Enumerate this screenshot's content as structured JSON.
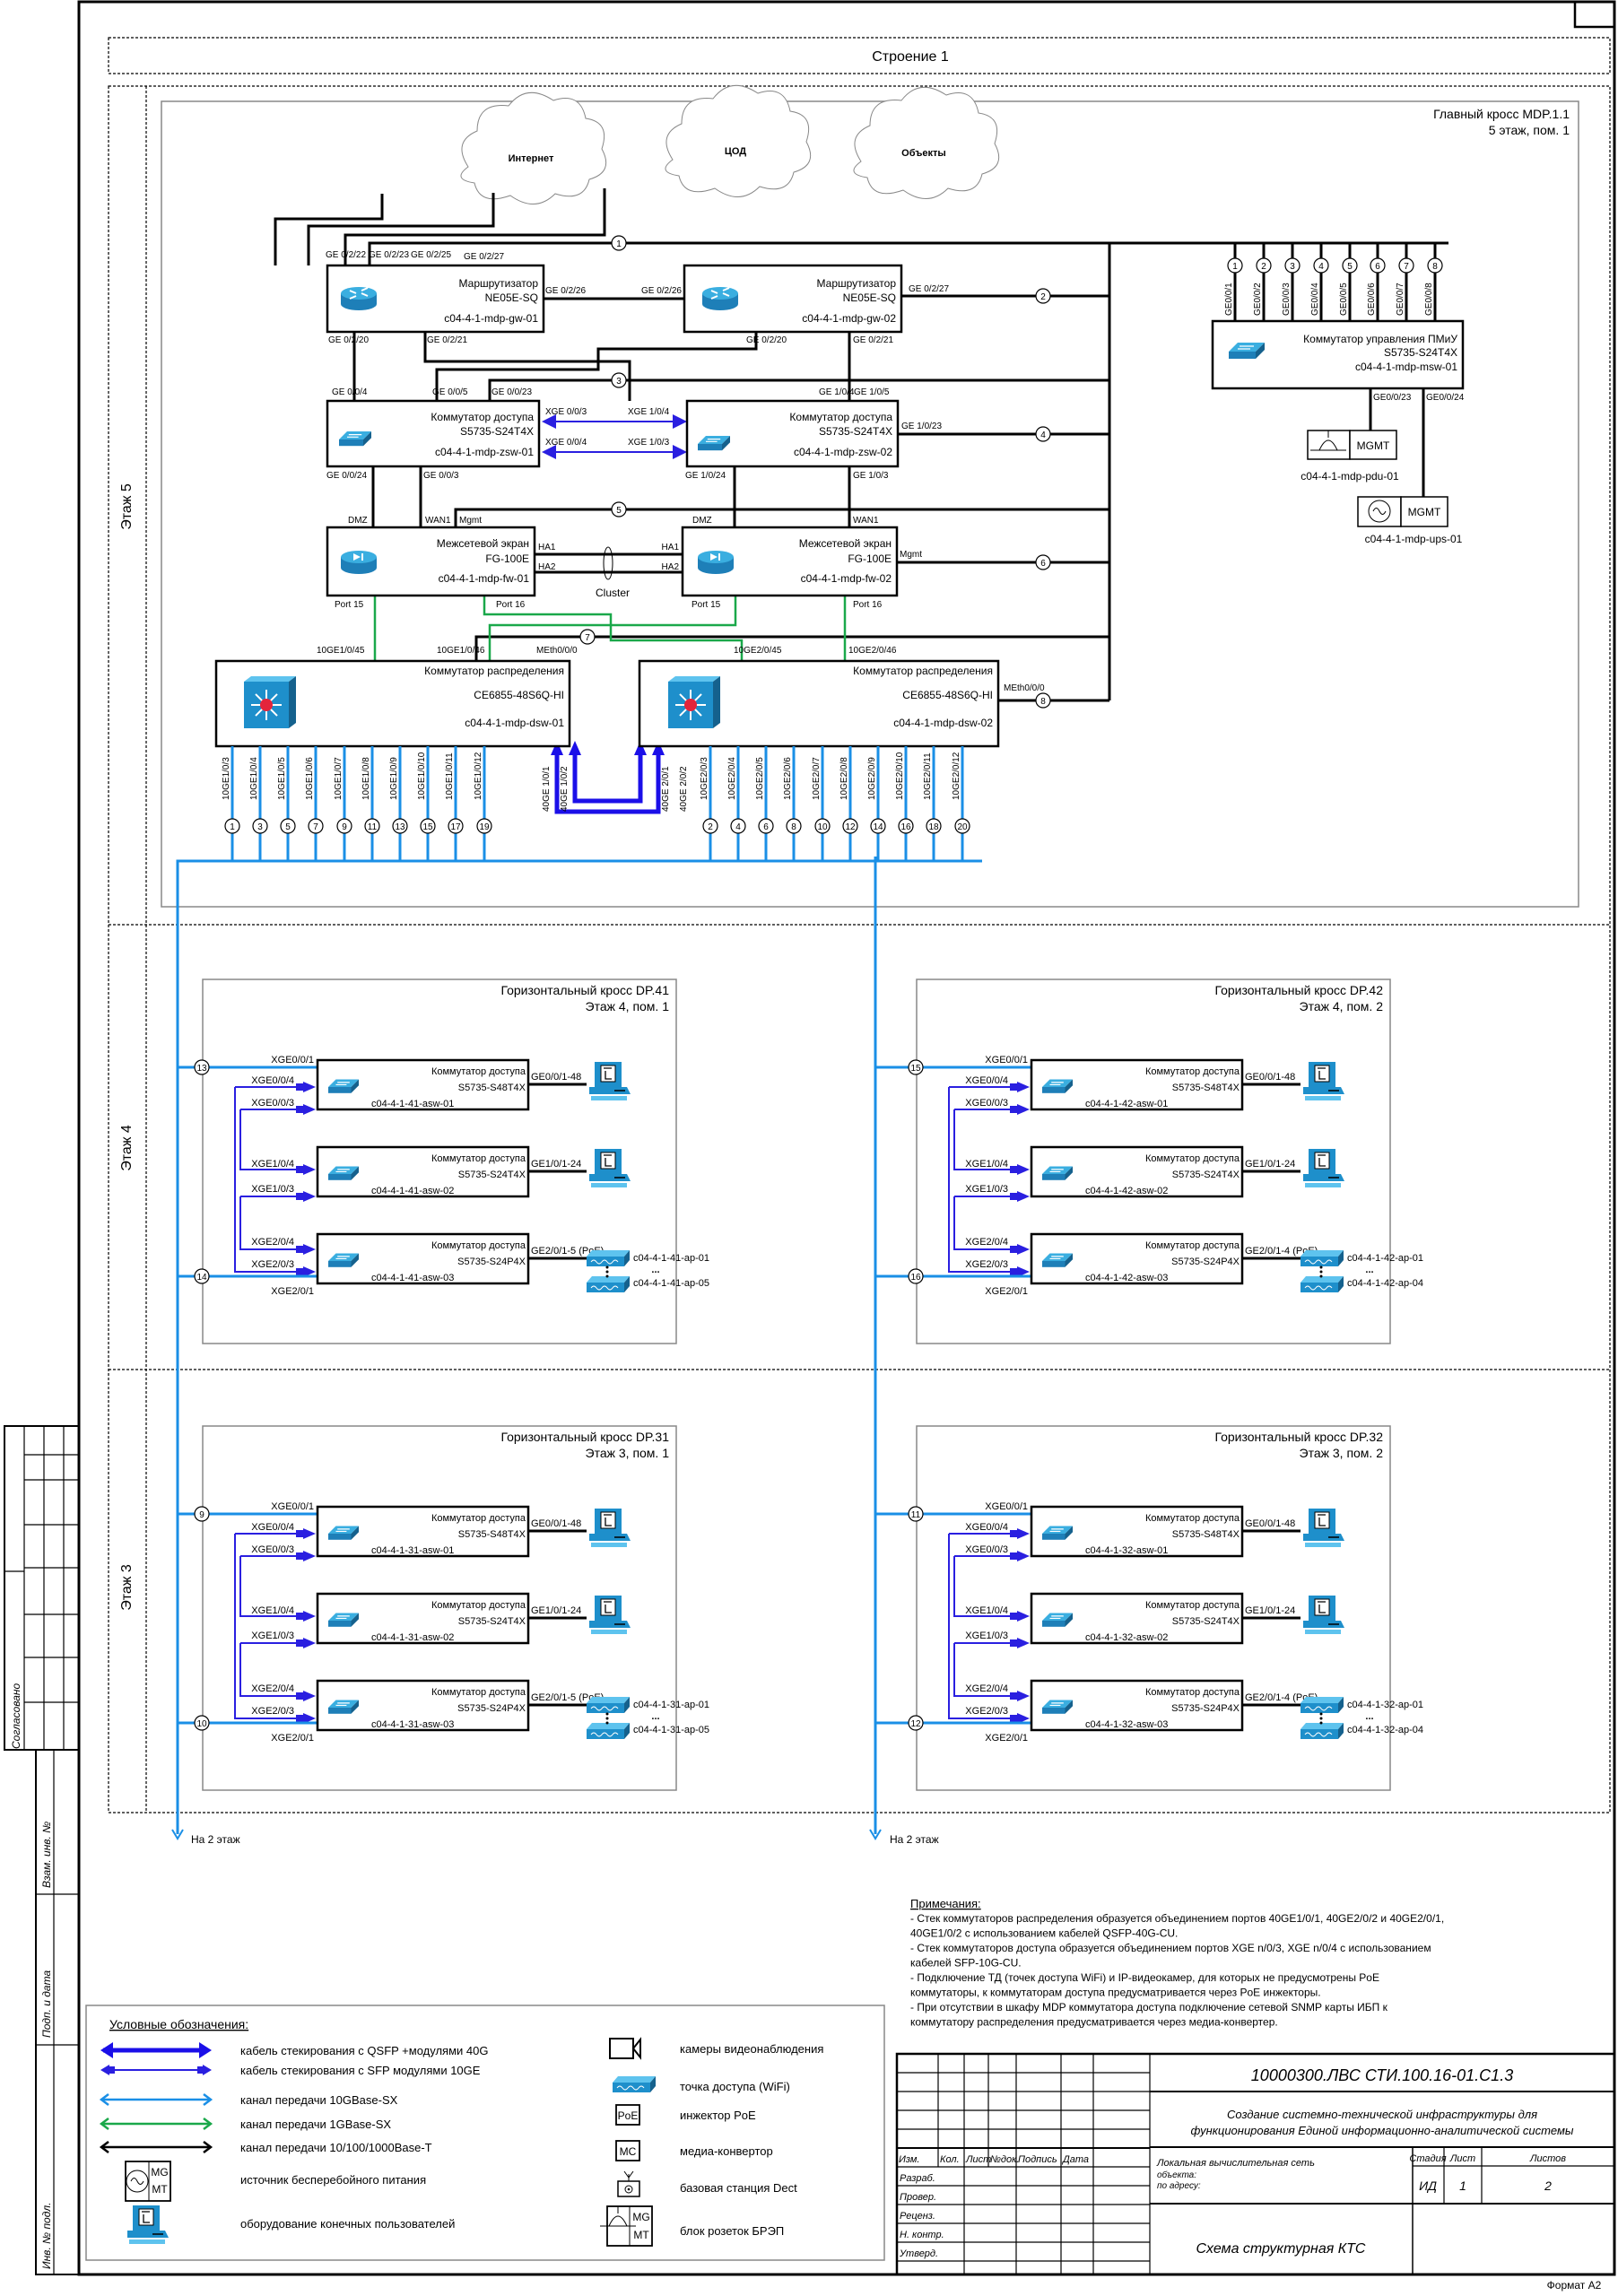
{
  "building": "Строение 1",
  "floors": {
    "f5": "Этаж 5",
    "f4": "Этаж 4",
    "f3": "Этаж 3"
  },
  "mdp": {
    "title": "Главный кросс MDP.1.1",
    "subtitle": "5 этаж, пом. 1",
    "clouds": [
      "Интернет",
      "ЦОД",
      "Объекты"
    ],
    "gw1": {
      "type": "Маршрутизатор",
      "model": "NE05E-SQ",
      "name": "c04-4-1-mdp-gw-01",
      "ports": {
        "p22": "GE 0/2/22",
        "p23": "GE 0/2/23",
        "p25": "GE 0/2/25",
        "p27": "GE 0/2/27",
        "p26": "GE 0/2/26",
        "p20": "GE 0/2/20",
        "p21": "GE 0/2/21"
      }
    },
    "gw2": {
      "type": "Маршрутизатор",
      "model": "NE05E-SQ",
      "name": "c04-4-1-mdp-gw-02",
      "ports": {
        "p26": "GE 0/2/26",
        "p27": "GE 0/2/27",
        "p20": "GE 0/2/20",
        "p21": "GE 0/2/21"
      }
    },
    "zsw1": {
      "type": "Коммутатор доступа",
      "model": "S5735-S24T4X",
      "name": "c04-4-1-mdp-zsw-01",
      "ports": {
        "p4": "GE 0/0/4",
        "p5": "GE 0/0/5",
        "p23": "GE 0/0/23",
        "x3": "XGE 0/0/3",
        "x4": "XGE 0/0/4",
        "p24": "GE 0/0/24",
        "p3": "GE 0/0/3"
      }
    },
    "zsw2": {
      "type": "Коммутатор доступа",
      "model": "S5735-S24T4X",
      "name": "c04-4-1-mdp-zsw-02",
      "ports": {
        "p4": "GE 1/0/4",
        "p5": "GE 1/0/5",
        "x4": "XGE 1/0/4",
        "x3": "XGE 1/0/3",
        "p23": "GE 1/0/23",
        "p24": "GE 1/0/24",
        "p3": "GE 1/0/3"
      }
    },
    "fw1": {
      "type": "Межсетевой экран",
      "model": "FG-100E",
      "name": "c04-4-1-mdp-fw-01",
      "ports": {
        "dmz": "DMZ",
        "wan1": "WAN1",
        "mgmt": "Mgmt",
        "ha1": "HA1",
        "ha2": "HA2",
        "p15": "Port 15",
        "p16": "Port 16"
      }
    },
    "fw2": {
      "type": "Межсетевой экран",
      "model": "FG-100E",
      "name": "c04-4-1-mdp-fw-02",
      "ports": {
        "dmz": "DMZ",
        "wan1": "WAN1",
        "mgmt": "Mgmt",
        "ha1": "HA1",
        "ha2": "HA2",
        "p15": "Port 15",
        "p16": "Port 16"
      }
    },
    "cluster": "Cluster",
    "dsw1": {
      "type": "Коммутатор распределения",
      "model": "CE6855-48S6Q-HI",
      "name": "c04-4-1-mdp-dsw-01",
      "ports": {
        "p45": "10GE1/0/45",
        "p46": "10GE1/0/46",
        "meth": "MEth0/0/0",
        "q1": "40GE 1/0/1",
        "q2": "40GE 1/0/2"
      },
      "downlinks": [
        "10GE1/0/3",
        "10GE1/0/4",
        "10GE1/0/5",
        "10GE1/0/6",
        "10GE1/0/7",
        "10GE1/0/8",
        "10GE1/0/9",
        "10GE1/0/10",
        "10GE1/0/11",
        "10GE1/0/12"
      ],
      "marks": [
        "1",
        "3",
        "5",
        "7",
        "9",
        "11",
        "13",
        "15",
        "17",
        "19"
      ]
    },
    "dsw2": {
      "type": "Коммутатор распределения",
      "model": "CE6855-48S6Q-HI",
      "name": "c04-4-1-mdp-dsw-02",
      "ports": {
        "p45": "10GE2/0/45",
        "p46": "10GE2/0/46",
        "meth": "MEth0/0/0",
        "q1": "40GE 2/0/1",
        "q2": "40GE 2/0/2"
      },
      "downlinks": [
        "10GE2/0/3",
        "10GE2/0/4",
        "10GE2/0/5",
        "10GE2/0/6",
        "10GE2/0/7",
        "10GE2/0/8",
        "10GE2/0/9",
        "10GE2/0/10",
        "10GE2/0/11",
        "10GE2/0/12"
      ],
      "marks": [
        "2",
        "4",
        "6",
        "8",
        "10",
        "12",
        "14",
        "16",
        "18",
        "20"
      ]
    },
    "msw": {
      "type": "Коммутатор управления ПМиУ",
      "model": "S5735-S24T4X",
      "name": "c04-4-1-mdp-msw-01",
      "ports": [
        "GE0/0/1",
        "GE0/0/2",
        "GE0/0/3",
        "GE0/0/4",
        "GE0/0/5",
        "GE0/0/6",
        "GE0/0/7",
        "GE0/0/8"
      ],
      "marks": [
        "1",
        "2",
        "3",
        "4",
        "5",
        "6",
        "7",
        "8"
      ],
      "p23": "GE0/0/23",
      "p24": "GE0/0/24"
    },
    "pdu": {
      "label": "MGMT",
      "name": "c04-4-1-mdp-pdu-01"
    },
    "ups": {
      "label": "MGMT",
      "name": "c04-4-1-mdp-ups-01"
    },
    "busmarks": [
      "1",
      "2",
      "3",
      "4",
      "5",
      "6",
      "7",
      "8"
    ]
  },
  "dps": [
    {
      "title": "Горизонтальный кросс DP.41",
      "subtitle": "Этаж 4, пом. 1",
      "in1": "13",
      "in2": "14",
      "switches": [
        {
          "type": "Коммутатор доступа",
          "model": "S5735-S48T4X",
          "name": "c04-4-1-41-asw-01",
          "up": "XGE0/0/1",
          "s4": "XGE0/0/4",
          "s3": "XGE0/0/3",
          "out": "GE0/0/1-48"
        },
        {
          "type": "Коммутатор доступа",
          "model": "S5735-S24T4X",
          "name": "c04-4-1-41-asw-02",
          "s4": "XGE1/0/4",
          "s3": "XGE1/0/3",
          "out": "GE1/0/1-24"
        },
        {
          "type": "Коммутатор доступа",
          "model": "S5735-S24P4X",
          "name": "c04-4-1-41-asw-03",
          "s4": "XGE2/0/4",
          "s3": "XGE2/0/3",
          "up": "XGE2/0/1",
          "out": "GE2/0/1-5 (PoE)"
        }
      ],
      "ap_first": "c04-4-1-41-ap-01",
      "ap_dots": "...",
      "ap_last": "c04-4-1-41-ap-05"
    },
    {
      "title": "Горизонтальный кросс DP.42",
      "subtitle": "Этаж 4, пом. 2",
      "in1": "15",
      "in2": "16",
      "switches": [
        {
          "type": "Коммутатор доступа",
          "model": "S5735-S48T4X",
          "name": "c04-4-1-42-asw-01",
          "up": "XGE0/0/1",
          "s4": "XGE0/0/4",
          "s3": "XGE0/0/3",
          "out": "GE0/0/1-48"
        },
        {
          "type": "Коммутатор доступа",
          "model": "S5735-S24T4X",
          "name": "c04-4-1-42-asw-02",
          "s4": "XGE1/0/4",
          "s3": "XGE1/0/3",
          "out": "GE1/0/1-24"
        },
        {
          "type": "Коммутатор доступа",
          "model": "S5735-S24P4X",
          "name": "c04-4-1-42-asw-03",
          "s4": "XGE2/0/4",
          "s3": "XGE2/0/3",
          "up": "XGE2/0/1",
          "out": "GE2/0/1-4 (PoE)"
        }
      ],
      "ap_first": "c04-4-1-42-ap-01",
      "ap_dots": "...",
      "ap_last": "c04-4-1-42-ap-04"
    },
    {
      "title": "Горизонтальный кросс DP.31",
      "subtitle": "Этаж 3, пом. 1",
      "in1": "9",
      "in2": "10",
      "switches": [
        {
          "type": "Коммутатор доступа",
          "model": "S5735-S48T4X",
          "name": "c04-4-1-31-asw-01",
          "up": "XGE0/0/1",
          "s4": "XGE0/0/4",
          "s3": "XGE0/0/3",
          "out": "GE0/0/1-48"
        },
        {
          "type": "Коммутатор доступа",
          "model": "S5735-S24T4X",
          "name": "c04-4-1-31-asw-02",
          "s4": "XGE1/0/4",
          "s3": "XGE1/0/3",
          "out": "GE1/0/1-24"
        },
        {
          "type": "Коммутатор доступа",
          "model": "S5735-S24P4X",
          "name": "c04-4-1-31-asw-03",
          "s4": "XGE2/0/4",
          "s3": "XGE2/0/3",
          "up": "XGE2/0/1",
          "out": "GE2/0/1-5 (PoE)"
        }
      ],
      "ap_first": "c04-4-1-31-ap-01",
      "ap_dots": "...",
      "ap_last": "c04-4-1-31-ap-05"
    },
    {
      "title": "Горизонтальный кросс DP.32",
      "subtitle": "Этаж 3, пом. 2",
      "in1": "11",
      "in2": "12",
      "switches": [
        {
          "type": "Коммутатор доступа",
          "model": "S5735-S48T4X",
          "name": "c04-4-1-32-asw-01",
          "up": "XGE0/0/1",
          "s4": "XGE0/0/4",
          "s3": "XGE0/0/3",
          "out": "GE0/0/1-48"
        },
        {
          "type": "Коммутатор доступа",
          "model": "S5735-S24T4X",
          "name": "c04-4-1-32-asw-02",
          "s4": "XGE1/0/4",
          "s3": "XGE1/0/3",
          "out": "GE1/0/1-24"
        },
        {
          "type": "Коммутатор доступа",
          "model": "S5735-S24P4X",
          "name": "c04-4-1-32-asw-03",
          "s4": "XGE2/0/4",
          "s3": "XGE2/0/3",
          "up": "XGE2/0/1",
          "out": "GE2/0/1-4 (PoE)"
        }
      ],
      "ap_first": "c04-4-1-32-ap-01",
      "ap_dots": "...",
      "ap_last": "c04-4-1-32-ap-04"
    }
  ],
  "to_floor2": "На 2 этаж",
  "notes": {
    "title": "Примечания:",
    "lines": [
      "- Стек коммутаторов распределения образуется объединением портов 40GE1/0/1, 40GE2/0/2 и 40GE2/0/1,",
      "40GE1/0/2 с использованием кабелей QSFP-40G-CU.",
      "- Стек коммутаторов доступа образуется объединением портов XGE n/0/3, XGE n/0/4  с использованием",
      "кабелей SFP-10G-CU.",
      "- Подключение ТД (точек доступа WiFi) и IP-видеокамер, для которых не предусмотрены PoE",
      "коммутаторы, к коммутаторам доступа предусматривается через PoE инжекторы.",
      "- При отсутствии в шкафу MDP коммутатора доступа подключение сетевой SNMP карты ИБП к",
      "коммутатору распределения предусматривается через медиа-конвертер."
    ]
  },
  "legend": {
    "title": "Условные обозначения:",
    "left": [
      {
        "icon": "qsfp-stack-cable-icon",
        "label": "кабель стекирования с QSFP +модулями 40G"
      },
      {
        "icon": "sfp-stack-cable-icon",
        "label": "кабель стекирования с SFP модулями 10GE"
      },
      {
        "icon": "10gbase-sx-line-icon",
        "label": "канал передачи 10GBase-SX",
        "color": "#1a8fe6"
      },
      {
        "icon": "1gbase-sx-line-icon",
        "label": "канал передачи 1GBase-SX",
        "color": "#1aa84a"
      },
      {
        "icon": "base-t-line-icon",
        "label": "канал передачи 10/100/1000Base-T",
        "color": "#000000"
      },
      {
        "icon": "ups-icon",
        "label": "источник бесперебойного питания",
        "tag1": "MG",
        "tag2": "MT"
      },
      {
        "icon": "workstation-icon",
        "label": "оборудование конечных пользователей"
      }
    ],
    "right": [
      {
        "icon": "camera-icon",
        "label": "камеры видеонаблюдения"
      },
      {
        "icon": "access-point-icon",
        "label": "точка доступа (WiFi)"
      },
      {
        "icon": "poe-injector-icon",
        "label": "инжектор PoE",
        "tag": "PoE"
      },
      {
        "icon": "media-converter-icon",
        "label": "медиа-конвертор",
        "tag": "MC"
      },
      {
        "icon": "dect-base-icon",
        "label": "базовая станция Dect"
      },
      {
        "icon": "pdu-icon",
        "label": "блок розеток БРЭП",
        "tag1": "MG",
        "tag2": "MT"
      }
    ]
  },
  "stamp": {
    "code": "10000300.ЛВС СТИ.100.16-01.С1.3",
    "project1": "Создание системно-технической инфраструктуры для",
    "project2": "функционирования Единой информационно-аналитической системы",
    "cols": [
      "Изм.",
      "Кол.",
      "Лист",
      "№док.",
      "Подпись",
      "Дата"
    ],
    "roles": [
      "Разраб.",
      "Провер.",
      "Реценз.",
      "Н. контр.",
      "Утверд."
    ],
    "object1": "Локальная вычислительная сеть",
    "object2": "объекта:",
    "object3": "по адресу:",
    "stage_h": "Стадия",
    "sheet_h": "Лист",
    "sheets_h": "Листов",
    "stage": "ИД",
    "sheet": "1",
    "sheets": "2",
    "title": "Схема структурная КТС",
    "format": "Формат А2"
  },
  "margin": {
    "agreed": "Согласовано",
    "inv_repl": "Взам. инв. №",
    "sign_date": "Подп. и дата",
    "inv_orig": "Инв. № подл."
  }
}
